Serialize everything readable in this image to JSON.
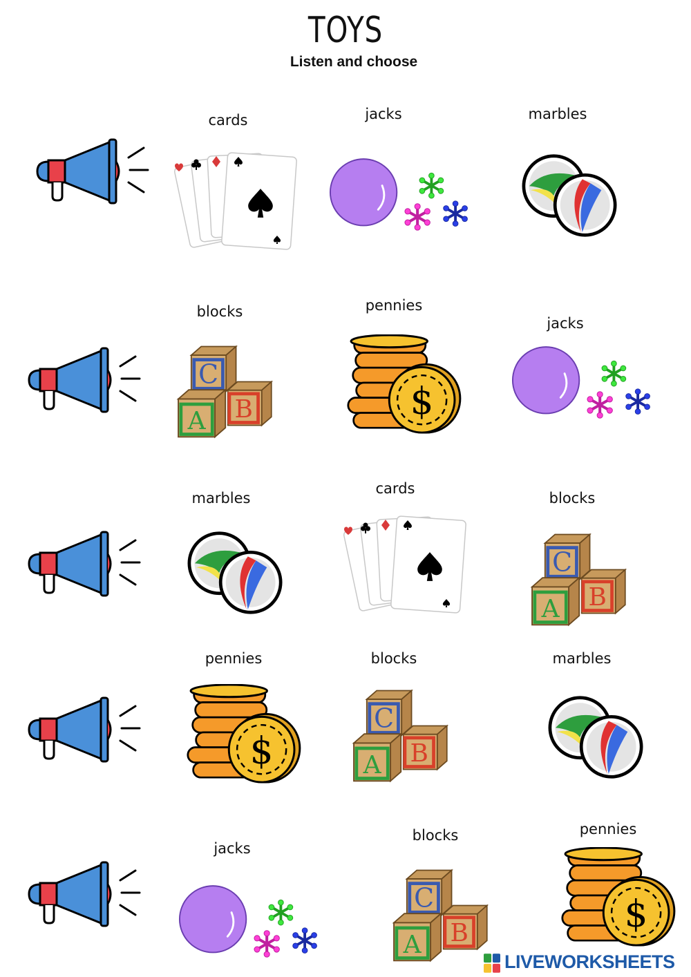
{
  "header": {
    "title": "TOYS",
    "subtitle": "Listen and choose"
  },
  "rows": [
    {
      "options": [
        {
          "label": "cards",
          "icon": "cards-icon"
        },
        {
          "label": "jacks",
          "icon": "jacks-icon"
        },
        {
          "label": "marbles",
          "icon": "marbles-icon"
        }
      ]
    },
    {
      "options": [
        {
          "label": "blocks",
          "icon": "blocks-icon"
        },
        {
          "label": "pennies",
          "icon": "pennies-icon"
        },
        {
          "label": "jacks",
          "icon": "jacks-icon"
        }
      ]
    },
    {
      "options": [
        {
          "label": "marbles",
          "icon": "marbles-icon"
        },
        {
          "label": "cards",
          "icon": "cards-icon"
        },
        {
          "label": "blocks",
          "icon": "blocks-icon"
        }
      ]
    },
    {
      "options": [
        {
          "label": "pennies",
          "icon": "pennies-icon"
        },
        {
          "label": "blocks",
          "icon": "blocks-icon"
        },
        {
          "label": "marbles",
          "icon": "marbles-icon"
        }
      ]
    },
    {
      "options": [
        {
          "label": "jacks",
          "icon": "jacks-icon"
        },
        {
          "label": "blocks",
          "icon": "blocks-icon"
        },
        {
          "label": "pennies",
          "icon": "pennies-icon"
        }
      ]
    }
  ],
  "speaker_icon": "megaphone-icon",
  "footer": {
    "brand": "LIVEWORKSHEETS",
    "logo_icon": "liveworksheets-logo-icon"
  },
  "colors": {
    "megaphone_blue": "#4a90d9",
    "megaphone_red": "#e8414a",
    "jacks_ball": "#b67ef0",
    "coin_gold": "#f6c22f",
    "coin_orange": "#f59a2a",
    "brand_blue": "#1e5aa8"
  }
}
